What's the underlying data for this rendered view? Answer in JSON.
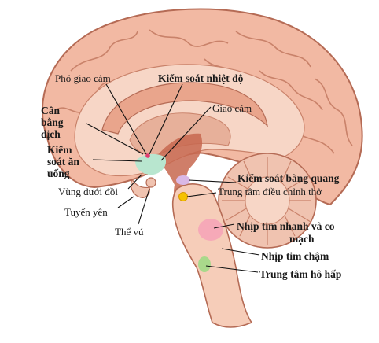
{
  "labels": {
    "pho_giao_cam": "Phó giao cảm",
    "kiem_soat_nhiet_do": "Kiểm soát nhiệt độ",
    "giao_cam": "Giao cảm",
    "can_bang_dich_1": "Cân",
    "can_bang_dich_2": "bằng",
    "can_bang_dich_3": "dịch",
    "kiem_soat_an_uong_1": "Kiểm",
    "kiem_soat_an_uong_2": "soát ăn",
    "kiem_soat_an_uong_3": "uống",
    "vung_duoi_doi": "Vùng dưới đồi",
    "tuyen_yen": "Tuyến yên",
    "the_vu": "Thể vú",
    "kiem_soat_bang_quang": "Kiểm soát bàng quang",
    "trung_tam_dieu_chinh_tho": "Trung tâm điều chỉnh thở",
    "nhip_tim_nhanh_1": "Nhịp tim nhanh và co",
    "nhip_tim_nhanh_2": "mạch",
    "nhip_tim_cham": "Nhịp tim chậm",
    "trung_tam_ho_hap": "Trung tâm hô hấp"
  },
  "colors": {
    "cortex": "#f2b9a3",
    "cortex_outline": "#b56b55",
    "inner": "#f7d6c6",
    "corpus": "#e9a58c",
    "ventricle": "#c7674f",
    "hypothalamus": "#b8e6cf",
    "cerebellum": "#f0c3b0",
    "brainstem": "#f6cdb9",
    "pink_region": "#f6a9b8",
    "purple_region": "#d9b8e6",
    "yellow_dot": "#f5c200",
    "green_region": "#a9d98b",
    "leader": "#111111"
  }
}
